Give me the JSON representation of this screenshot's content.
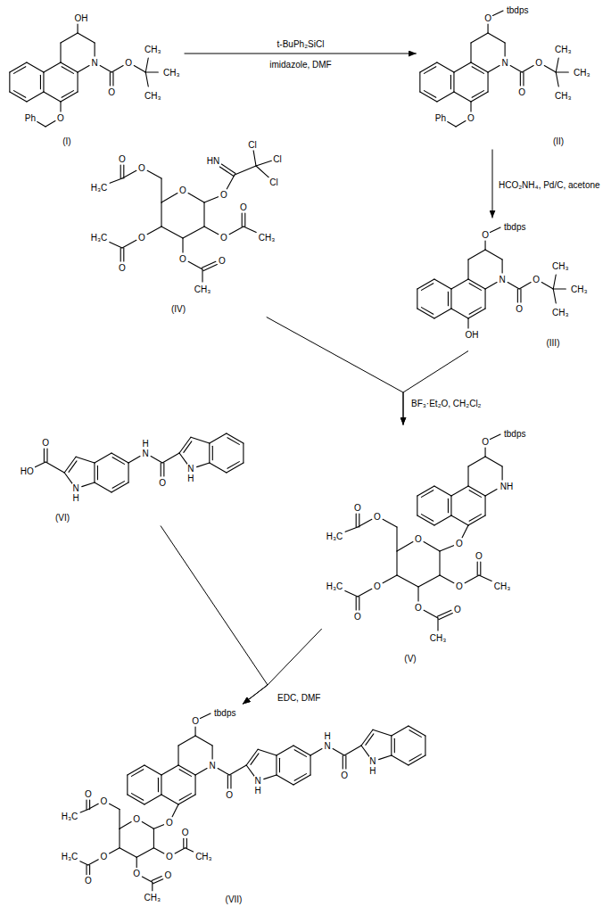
{
  "diagram": {
    "nodes": [
      {
        "text": [
          "OH",
          "N",
          "O",
          "O",
          "CH₃",
          "CH₃",
          "CH₃",
          "O",
          "Ph",
          "(I)"
        ]
      },
      {
        "text": [
          "O",
          "tbdps",
          "N",
          "O",
          "O",
          "CH₃",
          "CH₃",
          "CH₃",
          "O",
          "Ph",
          "(II)"
        ]
      },
      {
        "text": [
          "O",
          "tbdps",
          "N",
          "O",
          "O",
          "CH₃",
          "CH₃",
          "CH₃",
          "OH",
          "(III)"
        ]
      },
      {
        "text": [
          "HN",
          "Cl",
          "Cl",
          "Cl",
          "O",
          "O",
          "O",
          "O",
          "H₃C",
          "O",
          "O",
          "H₃C",
          "O",
          "O",
          "CH₃",
          "O",
          "O",
          "CH₃",
          "(IV)"
        ]
      },
      {
        "text": [
          "O",
          "tbdps",
          "NH",
          "O",
          "O",
          "O",
          "O",
          "H₃C",
          "O",
          "O",
          "H₃C",
          "O",
          "O",
          "CH₃",
          "O",
          "O",
          "CH₃",
          "(V)"
        ]
      },
      {
        "text": [
          "HO",
          "O",
          "N H",
          "H N",
          "O",
          "N H",
          "(VI)"
        ]
      },
      {
        "text": [
          "O",
          "tbdps",
          "N",
          "O",
          "N H",
          "H N",
          "O",
          "N H",
          "O",
          "O",
          "O",
          "O",
          "H₃C",
          "O",
          "O",
          "H₃C",
          "O",
          "O",
          "CH₃",
          "O",
          "O",
          "CH₃",
          "(VII)"
        ]
      }
    ],
    "edges": [
      {
        "from": 0,
        "to": 1,
        "arrow": "to",
        "label": "t-BuPh₂SiCl"
      },
      {
        "from": 1,
        "to": 2,
        "arrow": "to",
        "label": "HCO₂NH₄, Pd/C, acetone"
      },
      {
        "from": 2,
        "to": 4,
        "arrow": "to",
        "label": "BF₃·Et₂O, CH₂Cl₂"
      },
      {
        "from": 3,
        "to": 4,
        "arrow": "to"
      },
      {
        "from": 4,
        "to": 6,
        "arrow": "to",
        "label": "EDC, DMF"
      },
      {
        "from": 5,
        "to": 6,
        "arrow": "to"
      }
    ],
    "labels": [
      "imidazole, DMF"
    ]
  }
}
